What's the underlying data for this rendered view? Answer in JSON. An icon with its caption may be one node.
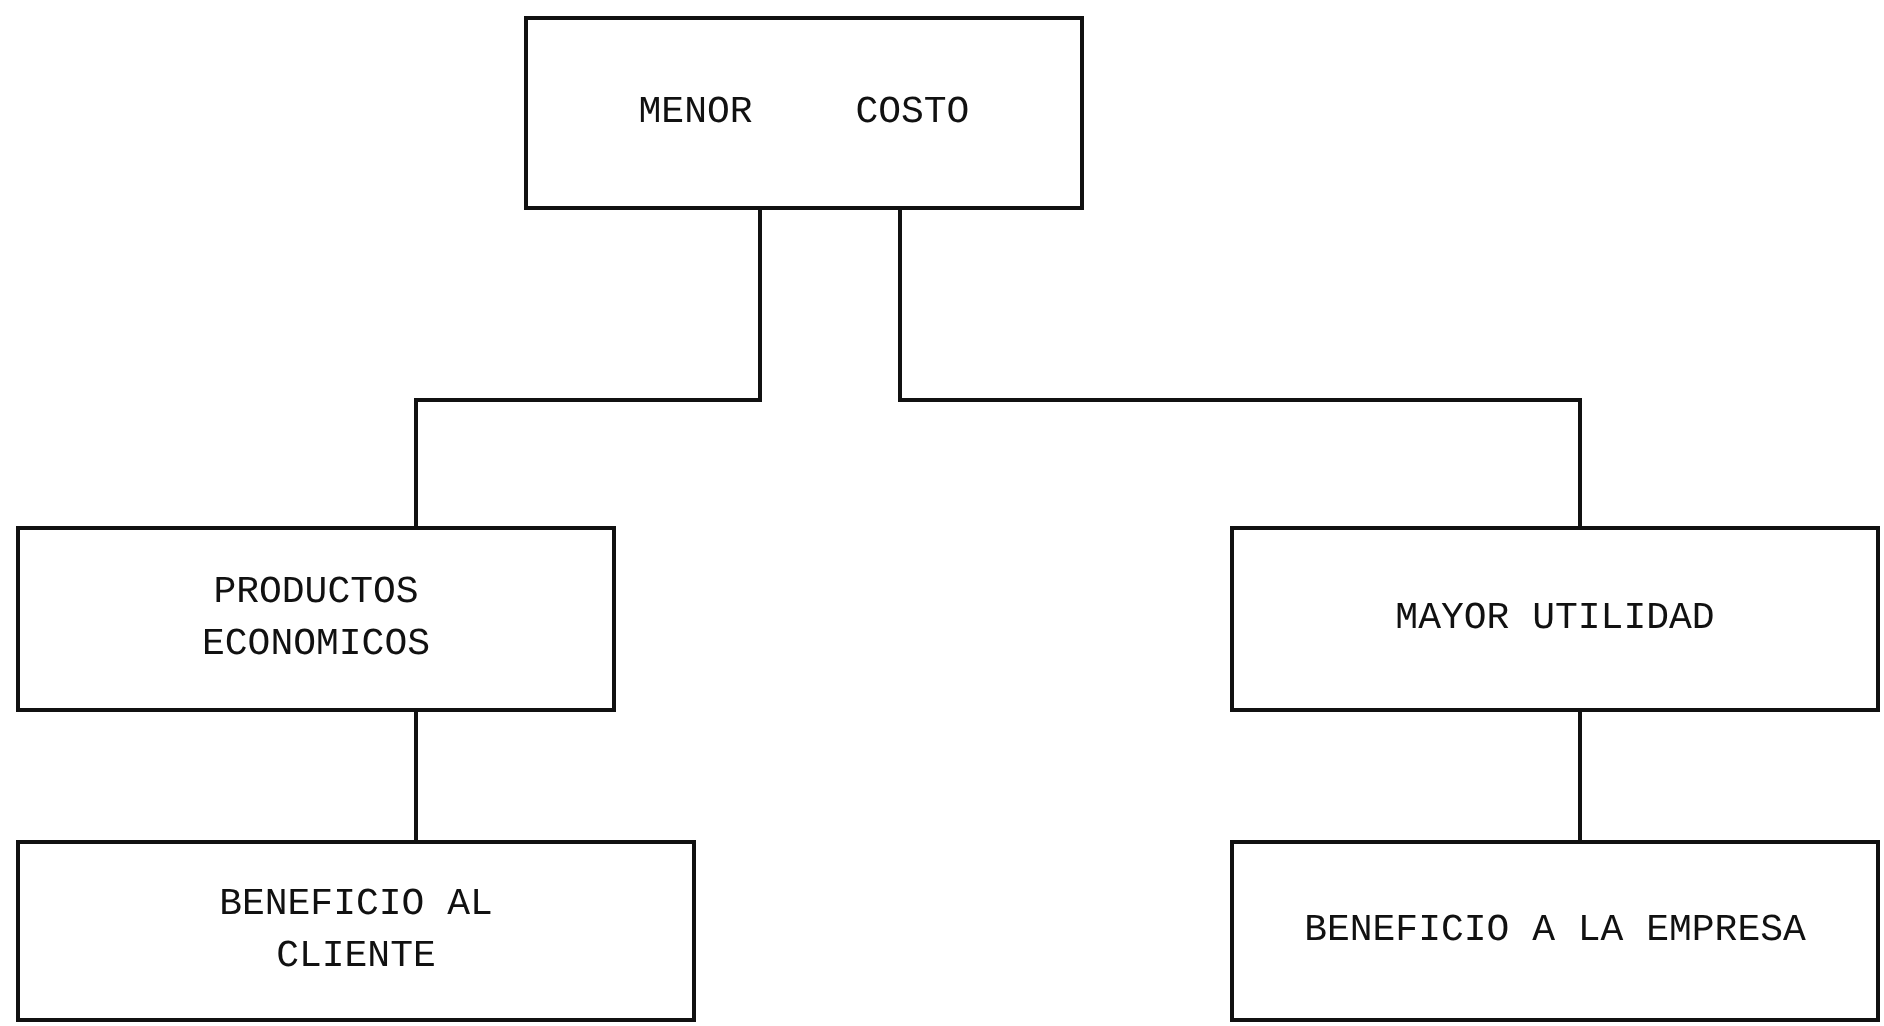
{
  "diagram": {
    "nodes": [
      {
        "text": [
          "MENOR COSTO"
        ]
      },
      {
        "text": [
          "PRODUCTOS ECONOMICOS"
        ]
      },
      {
        "text": [
          "BENEFICIO AL CLIENTE"
        ]
      },
      {
        "text": [
          "MAYOR UTILIDAD"
        ]
      },
      {
        "text": [
          "BENEFICIO A LA EMPRESA"
        ]
      }
    ],
    "edges": [
      {
        "from": 0,
        "to": 1,
        "arrow": "none"
      },
      {
        "from": 0,
        "to": 3,
        "arrow": "none"
      },
      {
        "from": 1,
        "to": 2,
        "arrow": "none"
      },
      {
        "from": 3,
        "to": 4,
        "arrow": "none"
      }
    ]
  }
}
